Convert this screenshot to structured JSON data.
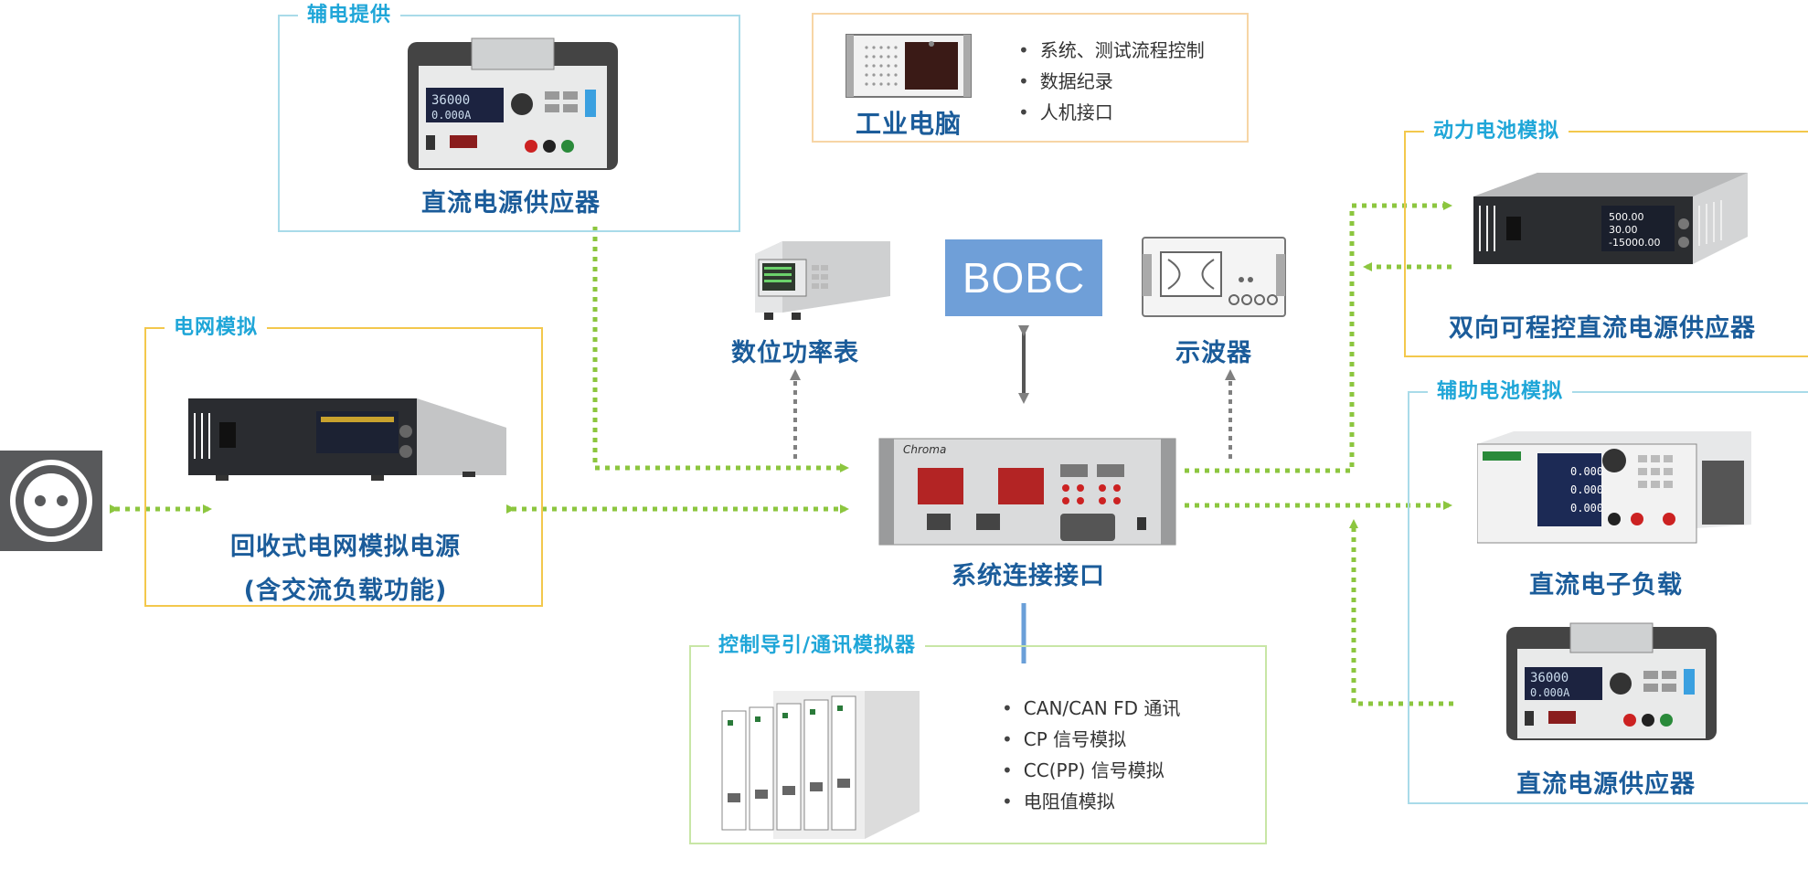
{
  "colors": {
    "label_blue": "#1b5c9a",
    "cyan_title": "#1fa6d8",
    "yellow_border": "#f3c84c",
    "orange_border": "#f7d5a5",
    "light_cyan_border": "#a9dbe9",
    "green_border": "#c8e6a6",
    "green_arrow": "#8cc63f",
    "gray_arrow": "#808080",
    "bobc_fill": "#6f9fd8"
  },
  "top_left": {
    "title": "辅电提供",
    "label": "直流电源供应器"
  },
  "industrial_pc": {
    "label": "工业电脑",
    "bullets": [
      "系统、测试流程控制",
      "数据纪录",
      "人机接口"
    ]
  },
  "grid": {
    "title": "电网模拟",
    "label_line1": "回收式电网模拟电源",
    "label_line2": "(含交流负载功能)"
  },
  "power_meter": {
    "label": "数位功率表"
  },
  "bobc": {
    "text": "BOBC"
  },
  "oscilloscope": {
    "label": "示波器"
  },
  "interface": {
    "label": "系统连接接口"
  },
  "power_battery": {
    "title": "动力电池模拟",
    "label": "双向可程控直流电源供应器"
  },
  "aux_battery": {
    "title": "辅助电池模拟",
    "load_label": "直流电子负载",
    "supply_label": "直流电源供应器"
  },
  "control_pilot": {
    "title": "控制导引/通讯模拟器",
    "bullets": [
      "CAN/CAN FD 通讯",
      "CP 信号模拟",
      "CC(PP) 信号模拟",
      "电阻值模拟"
    ]
  },
  "device_texts": {
    "psu_display_v": "36000",
    "psu_display_a": "0.000A",
    "chroma_brand": "Chroma",
    "bidir_values": [
      "500.00",
      "30.00",
      "-15000.00"
    ],
    "load_values": [
      "0.000",
      "0.000",
      "0.000"
    ]
  }
}
